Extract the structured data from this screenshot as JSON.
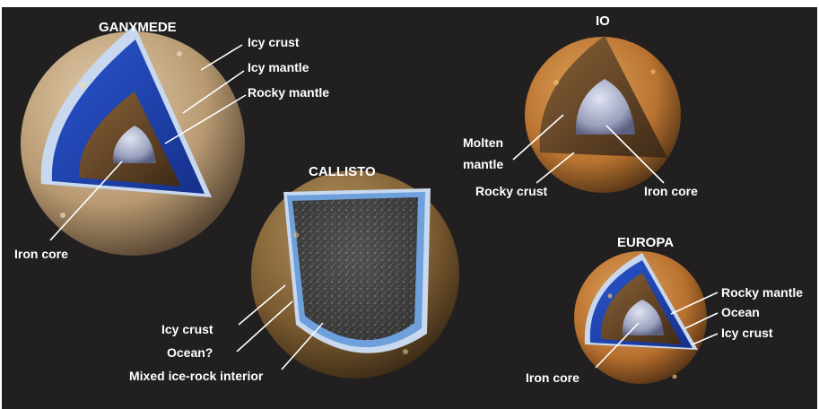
{
  "moons": {
    "ganymede": {
      "name": "GANYMEDE",
      "labels": {
        "icy_crust": "Icy crust",
        "icy_mantle": "Icy mantle",
        "rocky_mantle": "Rocky mantle",
        "iron_core": "Iron core"
      }
    },
    "io": {
      "name": "IO",
      "labels": {
        "molten_mantle_1": "Molten",
        "molten_mantle_2": "mantle",
        "rocky_crust": "Rocky crust",
        "iron_core": "Iron core"
      }
    },
    "callisto": {
      "name": "CALLISTO",
      "labels": {
        "icy_crust": "Icy crust",
        "ocean": "Ocean?",
        "interior": "Mixed ice-rock interior"
      }
    },
    "europa": {
      "name": "EUROPA",
      "labels": {
        "rocky_mantle": "Rocky mantle",
        "ocean": "Ocean",
        "icy_crust": "Icy crust",
        "iron_core": "Iron core"
      }
    }
  },
  "colors": {
    "background": "#211f1f",
    "ocean_blue": "#1f3fb0",
    "ice_light": "#c8d8ee",
    "rocky_brown": "#6a4a2a",
    "iron_core": "#a9aec6",
    "ganymede_surface": "#b89a72",
    "io_surface": "#c7873a",
    "callisto_surface": "#8a6a3e",
    "europa_surface": "#c47f3a"
  }
}
